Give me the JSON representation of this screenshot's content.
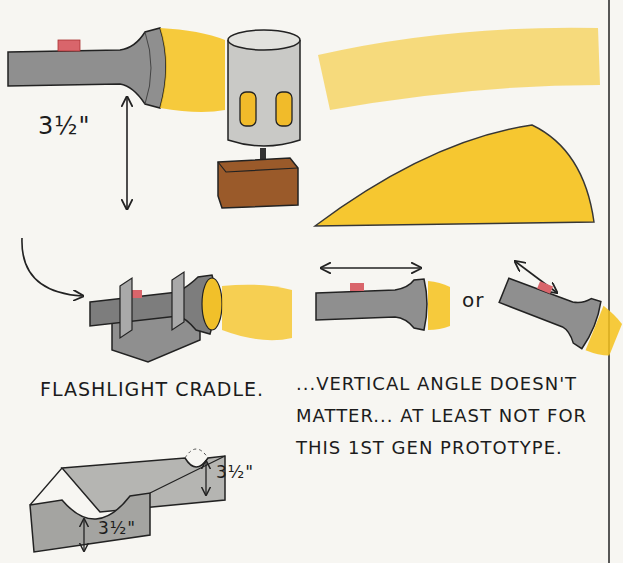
{
  "diagram": {
    "labels": [
      "3½\"",
      "FLASHLIGHT CRADLE.",
      "...VERTICAL ANGLE DOESN'T MATTER... AT LEAST NOT FOR THIS 1ST GEN PROTOTYPE.",
      "or",
      "3½\"",
      "3½\""
    ]
  }
}
